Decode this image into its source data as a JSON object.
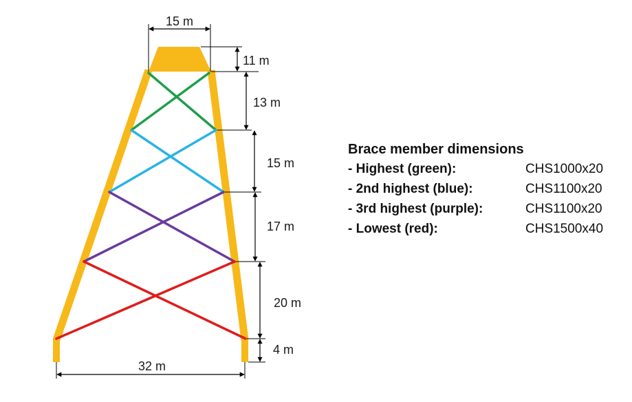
{
  "dimensions": {
    "top_width": "15 m",
    "bottom_width": "32 m",
    "levels": [
      "11 m",
      "13 m",
      "15 m",
      "17 m",
      "20 m",
      "4 m"
    ]
  },
  "legend": {
    "title": "Brace member dimensions",
    "items": [
      {
        "name": "- Highest (green):",
        "spec": "CHS1000x20",
        "color": "#1e9e4a"
      },
      {
        "name": "- 2nd highest (blue):",
        "spec": "CHS1100x20",
        "color": "#29b3e6"
      },
      {
        "name": "- 3rd highest (purple):",
        "spec": "CHS1100x20",
        "color": "#6a3a9e"
      },
      {
        "name": "- Lowest (red):",
        "spec": "CHS1500x40",
        "color": "#e01b1b"
      }
    ]
  },
  "colors": {
    "legs": "#f7b81a",
    "dimension_lines": "#000000"
  }
}
